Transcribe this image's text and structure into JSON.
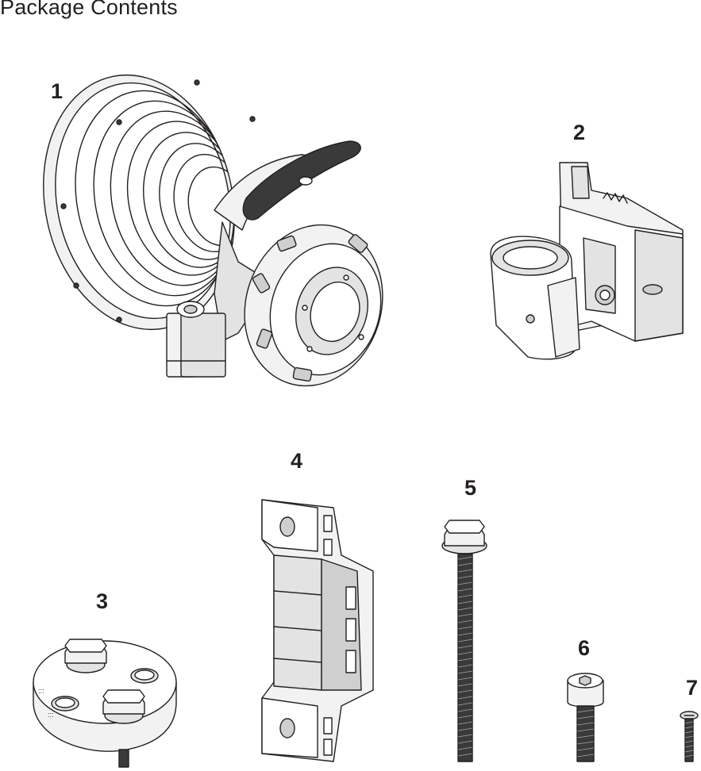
{
  "title": "Package Contents",
  "items": [
    {
      "number": "1"
    },
    {
      "number": "2"
    },
    {
      "number": "3"
    },
    {
      "number": "4"
    },
    {
      "number": "5"
    },
    {
      "number": "6"
    },
    {
      "number": "7"
    }
  ]
}
